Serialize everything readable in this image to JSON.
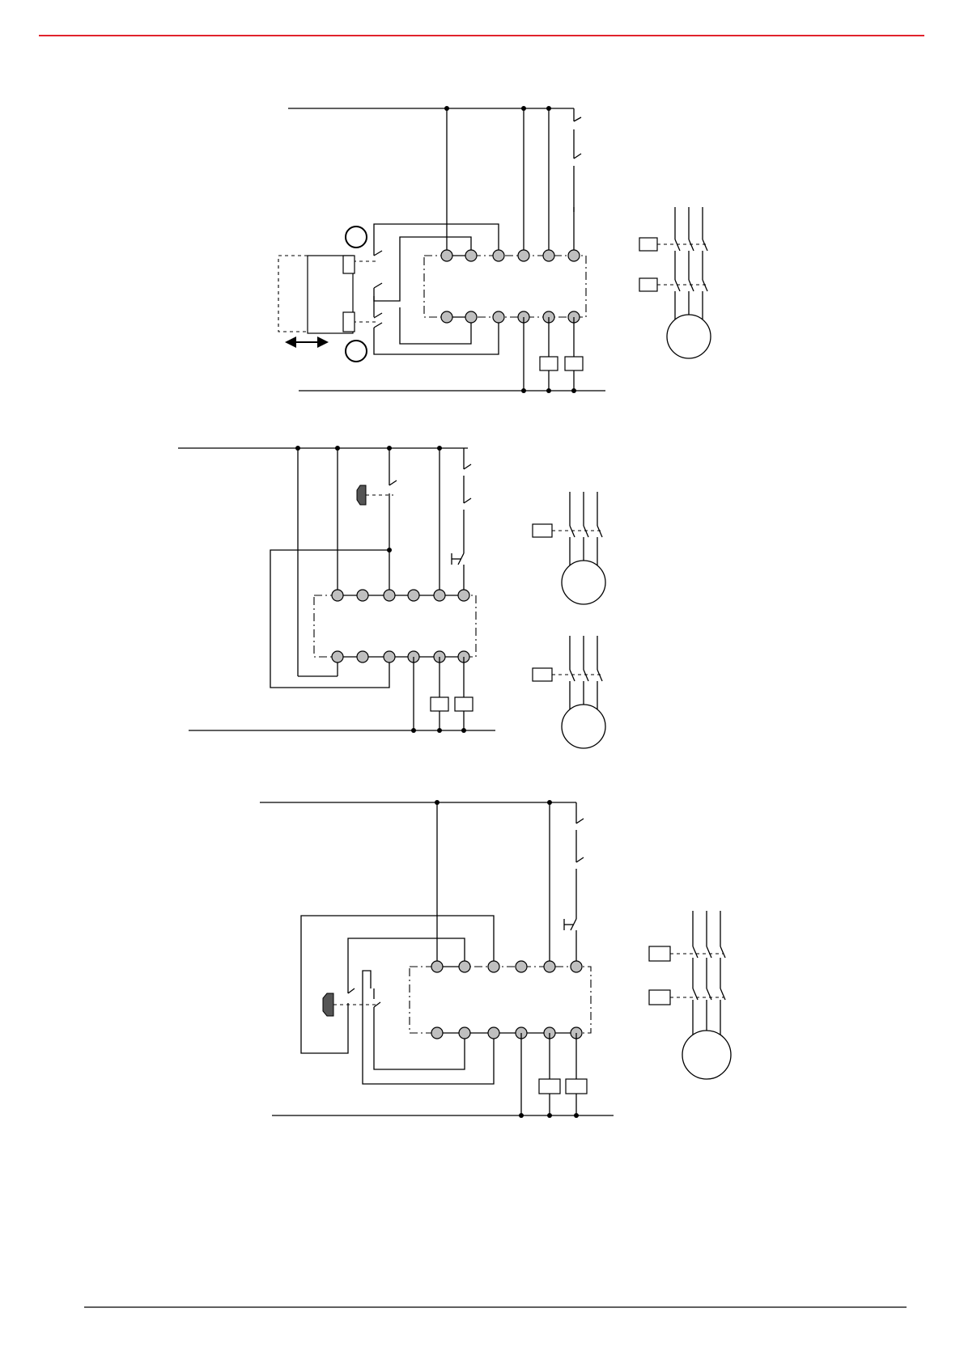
{
  "page": {
    "header_rule_color": "#e1232d",
    "footer_rule_color": "#000000"
  },
  "diagrams": [
    {
      "name": "two-hand-safety-gate-circuit",
      "terminals_per_row": 6,
      "motor_contactors": 2,
      "motors": 1
    },
    {
      "name": "actuator-switch-circuit-two-motors",
      "terminals_per_row": 6,
      "motor_contactors": 2,
      "motors": 2
    },
    {
      "name": "actuator-switch-circuit-single-motor",
      "terminals_per_row": 6,
      "motor_contactors": 2,
      "motors": 1
    }
  ],
  "icons": {
    "terminal": "terminal-icon",
    "contactor_coil": "coil-icon",
    "motor": "motor-icon",
    "actuator": "actuator-key-icon",
    "arrow": "double-arrow-icon"
  },
  "colors": {
    "terminal_fill": "#bfbfbf",
    "actuator_fill": "#555555",
    "wire": "#000000"
  }
}
